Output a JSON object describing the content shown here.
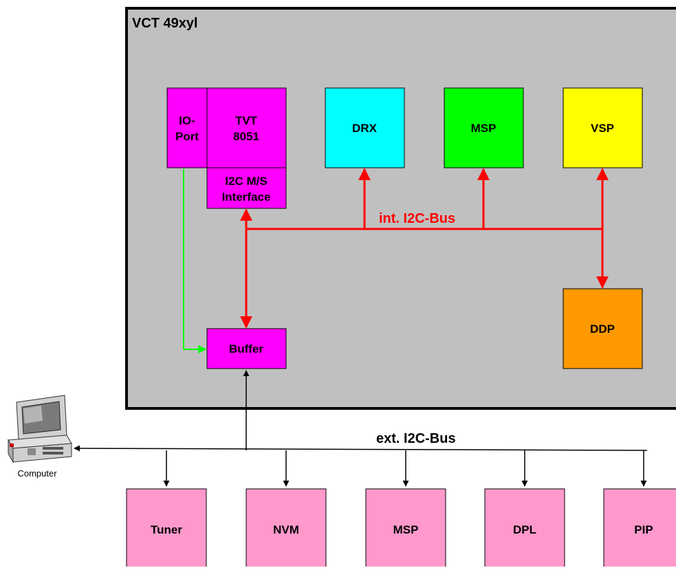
{
  "chip": {
    "title": "VCT 49xyl",
    "fill": "#c0c0c0"
  },
  "blocks": {
    "io_port": {
      "line1": "IO-",
      "line2": "Port",
      "color": "#ff00ff"
    },
    "tvt": {
      "line1": "TVT",
      "line2": "8051",
      "color": "#ff00ff"
    },
    "i2c_interface": {
      "line1": "I2C M/S",
      "line2": "Interface",
      "color": "#ff00ff"
    },
    "drx": {
      "label": "DRX",
      "color": "#00ffff"
    },
    "msp_int": {
      "label": "MSP",
      "color": "#00ff00"
    },
    "vsp": {
      "label": "VSP",
      "color": "#ffff00"
    },
    "ddp": {
      "label": "DDP",
      "color": "#ff9900"
    },
    "buffer": {
      "label": "Buffer",
      "color": "#ff00ff"
    }
  },
  "buses": {
    "internal": {
      "label": "int. I2C-Bus",
      "color": "#ff0000"
    },
    "external": {
      "label": "ext. I2C-Bus",
      "color": "#000000"
    },
    "io_link_color": "#00ff00"
  },
  "computer": {
    "label": "Computer"
  },
  "external_devices": [
    {
      "label": "Tuner"
    },
    {
      "label": "NVM"
    },
    {
      "label": "MSP"
    },
    {
      "label": "DPL"
    },
    {
      "label": "PIP"
    }
  ],
  "external_device_color": "#ff99cc"
}
